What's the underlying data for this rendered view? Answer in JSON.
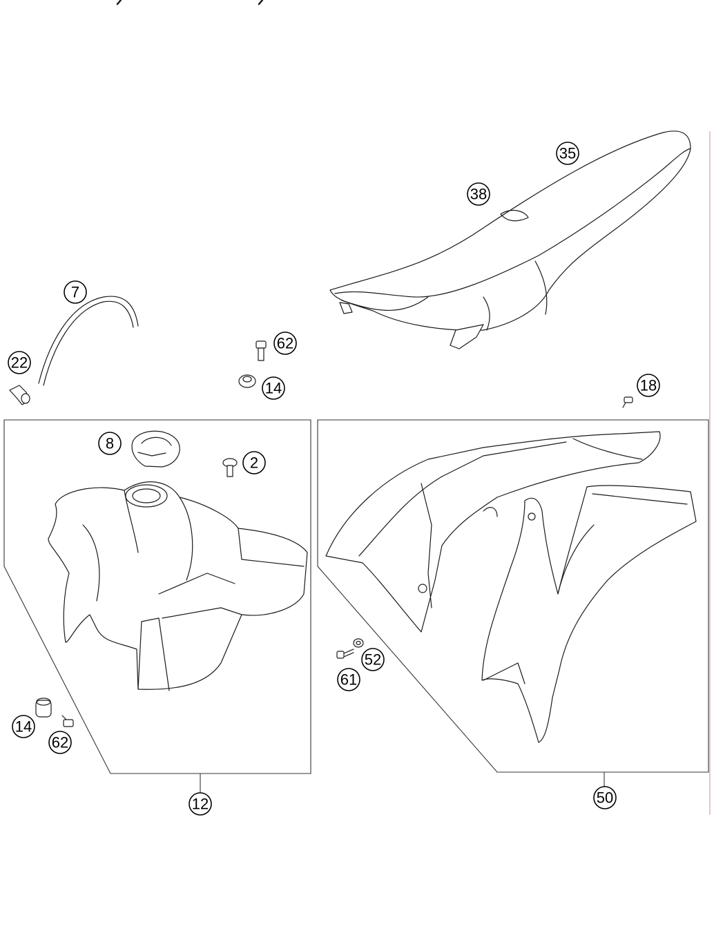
{
  "callouts": {
    "c35": "35",
    "c38": "38",
    "c7": "7",
    "c62a": "62",
    "c22": "22",
    "c14a": "14",
    "c18": "18",
    "c8": "8",
    "c2": "2",
    "c52": "52",
    "c61": "61",
    "c14b": "14",
    "c62b": "62",
    "c12": "12",
    "c50": "50"
  },
  "colors": {
    "line": "#1a1a1a",
    "edge": "#e8b4bc"
  }
}
